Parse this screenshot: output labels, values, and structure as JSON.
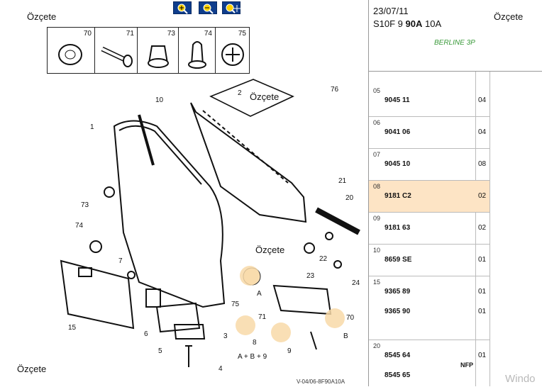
{
  "toolbar": {
    "zoom_in_label": "",
    "zoom_out_label": "",
    "zoom_pan_label": ""
  },
  "watermarks": [
    "Özçete",
    "Özçete",
    "Özçete",
    "Özçete",
    "Özçete"
  ],
  "parts_strip": [
    "70",
    "71",
    "73",
    "74",
    "75"
  ],
  "callouts": [
    "10",
    "1",
    "2",
    "76",
    "73",
    "74",
    "7",
    "15",
    "6",
    "5",
    "3",
    "4",
    "21",
    "20",
    "22",
    "24",
    "23",
    "70",
    "75",
    "A",
    "71",
    "B",
    "9",
    "8",
    "A + B + 9"
  ],
  "footer_ref": "V-04/06-8F90A10A",
  "header": {
    "date": "23/07/11",
    "code_pre": "S10F 9 ",
    "code_bold": "90A",
    "code_post": " 10A",
    "variant": "BERLINE 3P"
  },
  "rows": [
    {
      "idx": "05",
      "ref": "9045 11",
      "qty": "04"
    },
    {
      "idx": "06",
      "ref": "9041 06",
      "qty": "04"
    },
    {
      "idx": "07",
      "ref": "9045 10",
      "qty": "08"
    },
    {
      "idx": "08",
      "ref": "9181 C2",
      "qty": "02"
    },
    {
      "idx": "09",
      "ref": "9181 63",
      "qty": "02"
    },
    {
      "idx": "10",
      "ref": "8659 SE",
      "qty": "01"
    },
    {
      "idx": "15",
      "ref": "9365 89",
      "qty": "01"
    },
    {
      "idx": "",
      "ref": "9365 90",
      "qty": "01"
    },
    {
      "idx": "20",
      "ref": "8545 64",
      "qty": "01",
      "note": "NFP"
    },
    {
      "idx": "",
      "ref": "8545 65",
      "qty": ""
    }
  ],
  "os_watermark": "Windo"
}
